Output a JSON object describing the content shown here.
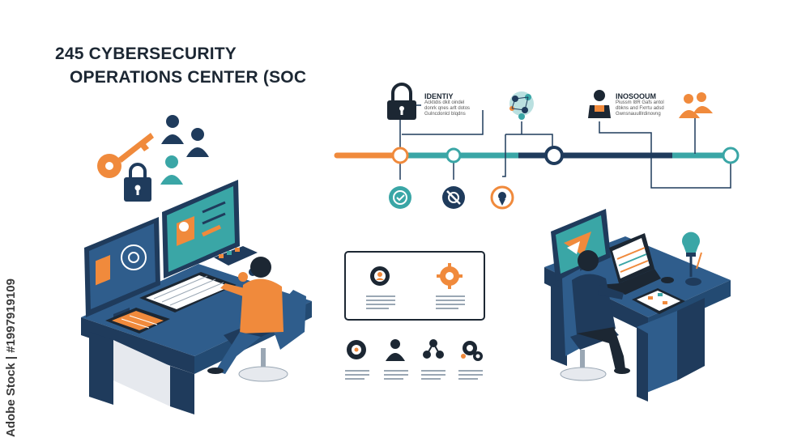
{
  "title": {
    "line1": "245 CYBERSECURITY",
    "line2": "OPERATIONS CENTER (SOC"
  },
  "watermark": "Adobe Stock | #1997919109",
  "timeline": {
    "node1_label": "IDENTIY",
    "node1_text": [
      "Acktidis dkit oindel",
      "donrk qnes arlt dotos",
      "Gulncdonlcl blqdns"
    ],
    "node2_label": "INOSOOUM",
    "node2_text": [
      "Piussm I8R Gafs antol",
      "dbkns and Fxrrtu adsd",
      "Gwnsnauulllrdinovng"
    ]
  },
  "colors": {
    "navy": "#1f3b5c",
    "blue": "#2f5d8c",
    "teal": "#3aa6a6",
    "orange": "#f08a3c",
    "dark": "#1c2733"
  },
  "icons": [
    "key-icon",
    "user-icon",
    "lock-icon",
    "lightbulb-icon",
    "gear-icon",
    "network-icon",
    "shield-icon"
  ]
}
